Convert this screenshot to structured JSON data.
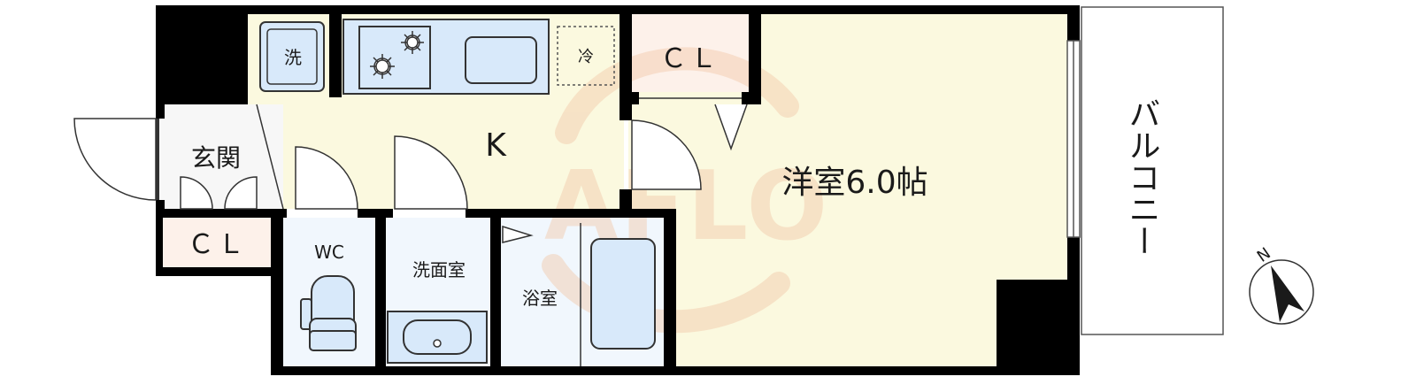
{
  "rooms": {
    "entrance": "玄関",
    "closet_entrance": "ＣＬ",
    "closet_main": "ＣＬ",
    "kitchen": "K",
    "washer": "洗",
    "fridge": "冷",
    "toilet": "WC",
    "washroom": "洗面室",
    "bathroom": "浴室",
    "western_room": "洋室6.0帖",
    "balcony": "バルコニー"
  },
  "compass": {
    "north": "N"
  },
  "watermark": {
    "text": "AFLO"
  },
  "colors": {
    "wall": "#000000",
    "floor_main": "#fbf9df",
    "floor_wet": "#eef5fd",
    "closet": "#fdf1ea",
    "fixture_blue": "#d8e9fa",
    "watermark": "#f2c8a8"
  }
}
